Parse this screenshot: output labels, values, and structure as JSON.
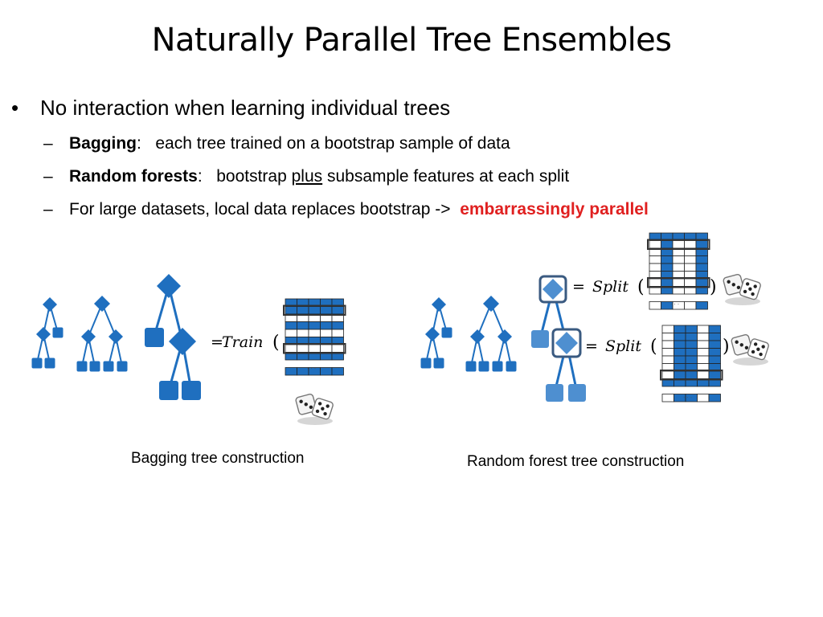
{
  "title": "Naturally Parallel Tree Ensembles",
  "bullet": {
    "marker": "•",
    "text": "No interaction when learning individual trees"
  },
  "subbullets": {
    "dash": "–",
    "bagging": {
      "term": "Bagging",
      "colon": ":",
      "text": "each tree trained on a bootstrap sample of data"
    },
    "random_forests": {
      "term": "Random forests",
      "colon": ":",
      "text_before": "bootstrap",
      "underlined": "plus",
      "text_after": "subsample features at each split"
    },
    "large": {
      "text": "For large datasets, local data replaces bootstrap ->",
      "highlight": "embarrassingly parallel"
    }
  },
  "figures": {
    "bagging": {
      "formula_eq": "=",
      "formula_fn": "Train",
      "formula_open": "(",
      "caption": "Bagging tree construction"
    },
    "random_forest": {
      "formula_eq": "=",
      "formula_fn": "Split",
      "formula_open": "(",
      "formula_close": ")",
      "caption": "Random forest tree construction"
    },
    "ellipsis": ". . ."
  },
  "colors": {
    "node_blue": "#1f6fbf",
    "node_light": "#4e8fd0",
    "outline": "#3a5a80",
    "highlight_red": "#e02020"
  },
  "icons": [
    "dice-icon",
    "tree-icon",
    "data-table-icon"
  ]
}
